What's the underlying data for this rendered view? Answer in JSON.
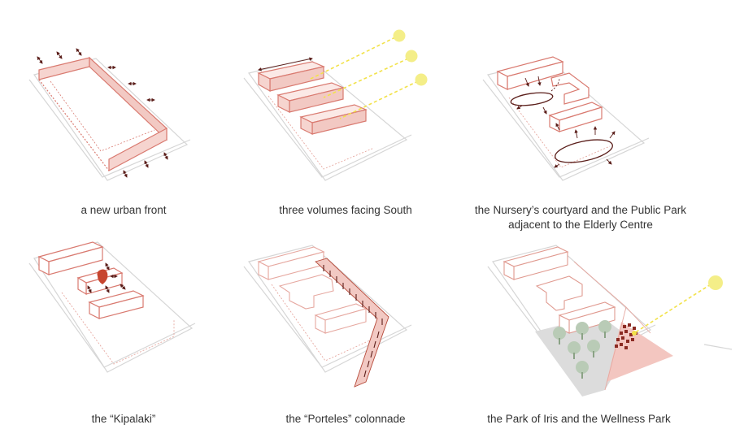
{
  "panels": [
    {
      "id": "urban-front",
      "caption": [
        "a new urban front"
      ]
    },
    {
      "id": "three-volumes",
      "caption": [
        "three volumes facing South"
      ]
    },
    {
      "id": "courtyard-park",
      "caption": [
        "the Nursery’s courtyard and the Public Park",
        "adjacent to the Elderly Centre"
      ]
    },
    {
      "id": "kipalaki",
      "caption": [
        "the “Kipalaki”"
      ]
    },
    {
      "id": "porteles",
      "caption": [
        "the “Porteles” colonnade"
      ]
    },
    {
      "id": "parks",
      "caption": [
        "the Park of Iris and the Wellness Park"
      ]
    }
  ],
  "colors": {
    "site_line": "#d6d6d6",
    "volume_stroke": "#d97a70",
    "volume_fill": "#f6d4cf",
    "arrow": "#5a1d19",
    "sun": "#f4ee88",
    "sun_ray": "#f2e24a",
    "park_gray": "#dcdcdc",
    "tree": "#b9cbb6",
    "kipalaki": "#c7452f"
  },
  "icons": [
    "sun-icon",
    "tree-icon",
    "double-arrow-icon"
  ]
}
